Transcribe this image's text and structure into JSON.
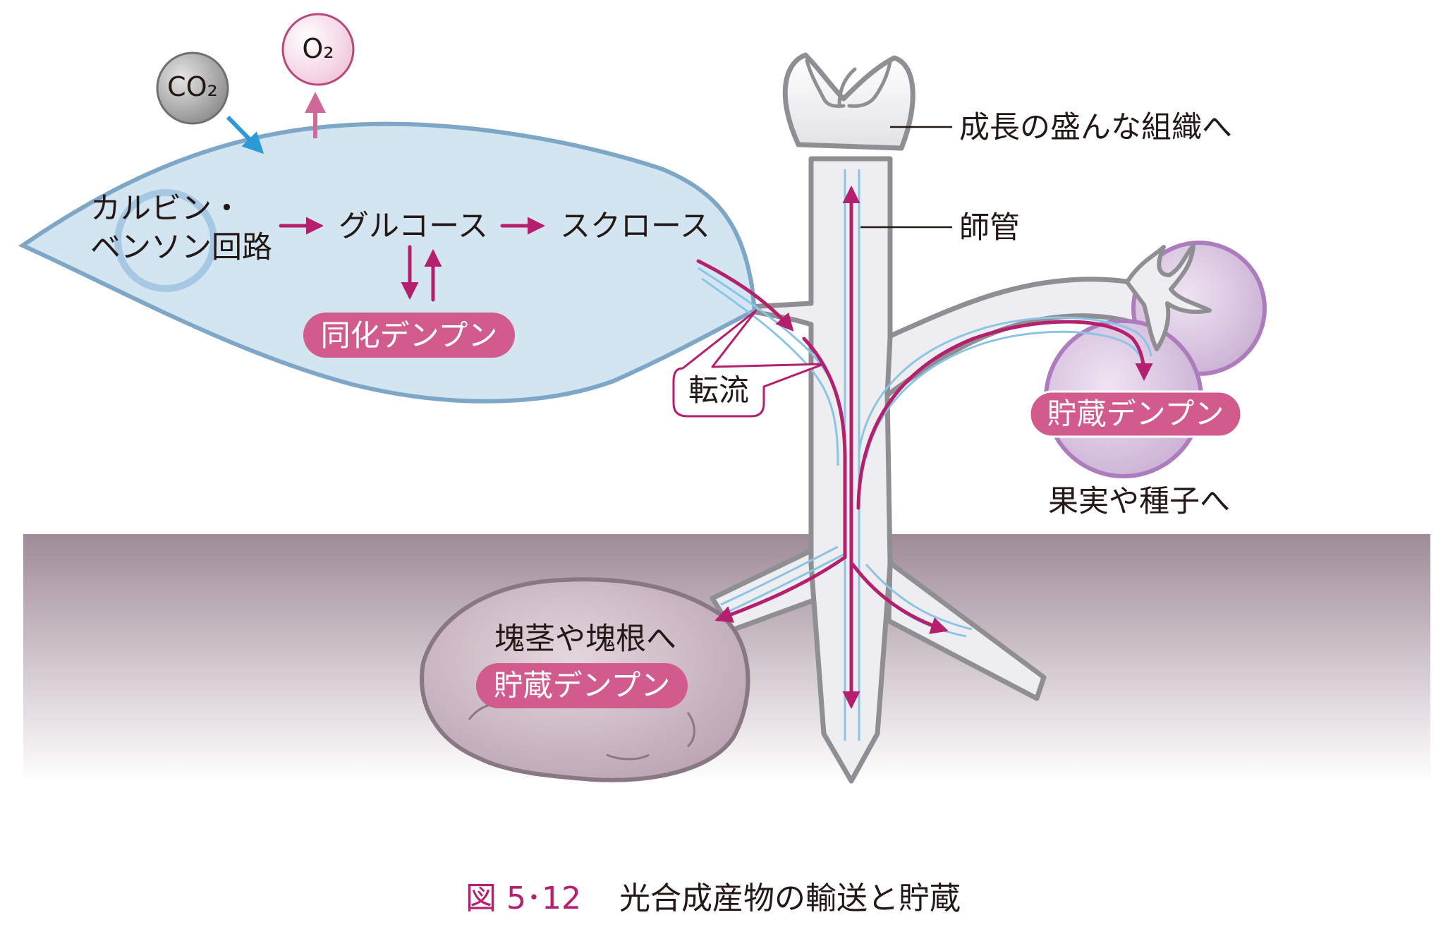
{
  "molecules": {
    "co2": "CO₂",
    "o2": "O₂"
  },
  "leaf": {
    "calvin_line1": "カルビン・",
    "calvin_line2": "ベンソン回路",
    "glucose": "グルコース",
    "sucrose": "スクロース",
    "assimilation_starch": "同化デンプン"
  },
  "transport": {
    "translocation": "転流",
    "phloem": "師管",
    "to_growing_tissue": "成長の盛んな組織へ"
  },
  "fruit": {
    "storage_starch": "貯蔵デンプン",
    "to_fruit_seed": "果実や種子へ"
  },
  "tuber": {
    "to_tuber_root": "塊茎や塊根へ",
    "storage_starch": "貯蔵デンプン"
  },
  "caption": {
    "number": "図 5･12",
    "title": "光合成産物の輸送と貯蔵"
  },
  "colors": {
    "accent_magenta": "#b5206e",
    "pill_pink": "#d05b8c",
    "leaf_fill": "#d3e5f1",
    "leaf_stroke": "#7ea6c6",
    "phloem_blue": "#8cc4e6",
    "plant_fill": "#eeeef0",
    "plant_stroke": "#8e8e93",
    "soil_top": "#9e8c98",
    "fruit_fill": "#d7c2df",
    "tuber_fill": "#c9b5c2"
  }
}
